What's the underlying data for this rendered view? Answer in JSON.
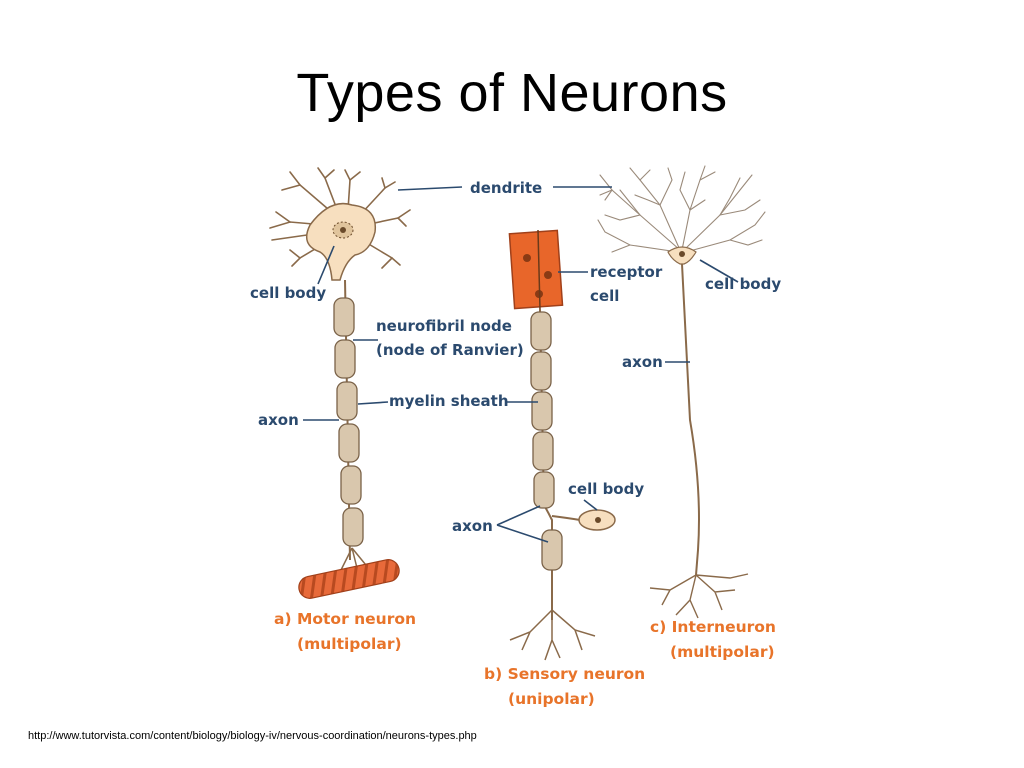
{
  "title": "Types of Neurons",
  "labels": {
    "dendrite": "dendrite",
    "cell_body_motor": "cell body",
    "neurofibril_node_1": "neurofibril node",
    "neurofibril_node_2": "(node of Ranvier)",
    "myelin_sheath": "myelin sheath",
    "axon_motor": "axon",
    "receptor_1": "receptor",
    "receptor_2": "cell",
    "cell_body_inter": "cell body",
    "axon_inter": "axon",
    "cell_body_sensory": "cell body",
    "axon_sensory": "axon"
  },
  "captions": {
    "motor_1": "a) Motor neuron",
    "motor_2": "(multipolar)",
    "sensory_1": "b) Sensory neuron",
    "sensory_2": "(unipolar)",
    "inter_1": "c) Interneuron",
    "inter_2": "(multipolar)"
  },
  "source": "http://www.tutorvista.com/content/biology/biology-iv/nervous-coordination/neurons-types.php",
  "colors": {
    "label": "#2b4a6e",
    "caption": "#e8742a",
    "cell_fill": "#f7dfbf",
    "myelin": "#d9c7ad",
    "receptor": "#e8662a",
    "muscle": "#e86a3a"
  }
}
